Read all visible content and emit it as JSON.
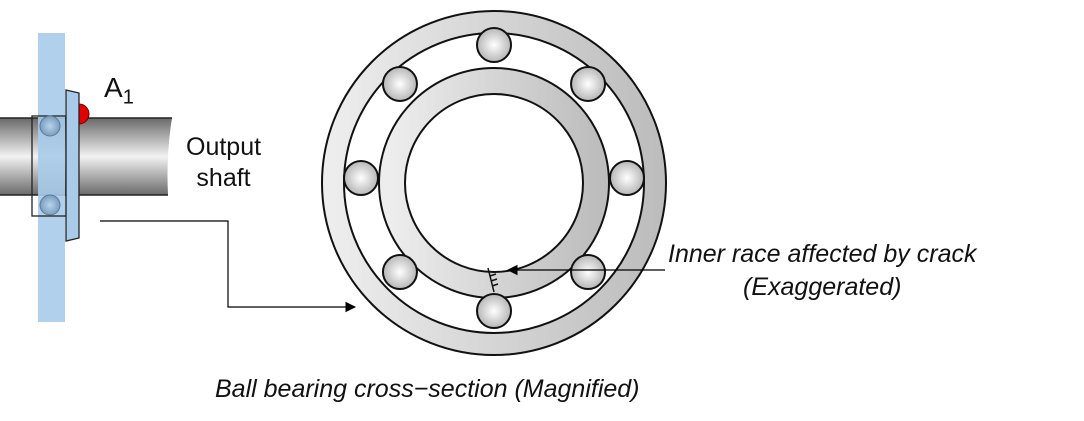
{
  "labels": {
    "sensor": "A",
    "sensor_sub": "1",
    "shaft_line1": "Output",
    "shaft_line2": "shaft",
    "crack_line1": "Inner race affected by crack",
    "crack_line2": "(Exaggerated)",
    "caption": "Ball bearing cross−section (Magnified)"
  },
  "colors": {
    "housing": "#a9cbe9",
    "sensor": "#e00000",
    "ring": "#d8d8d8"
  }
}
